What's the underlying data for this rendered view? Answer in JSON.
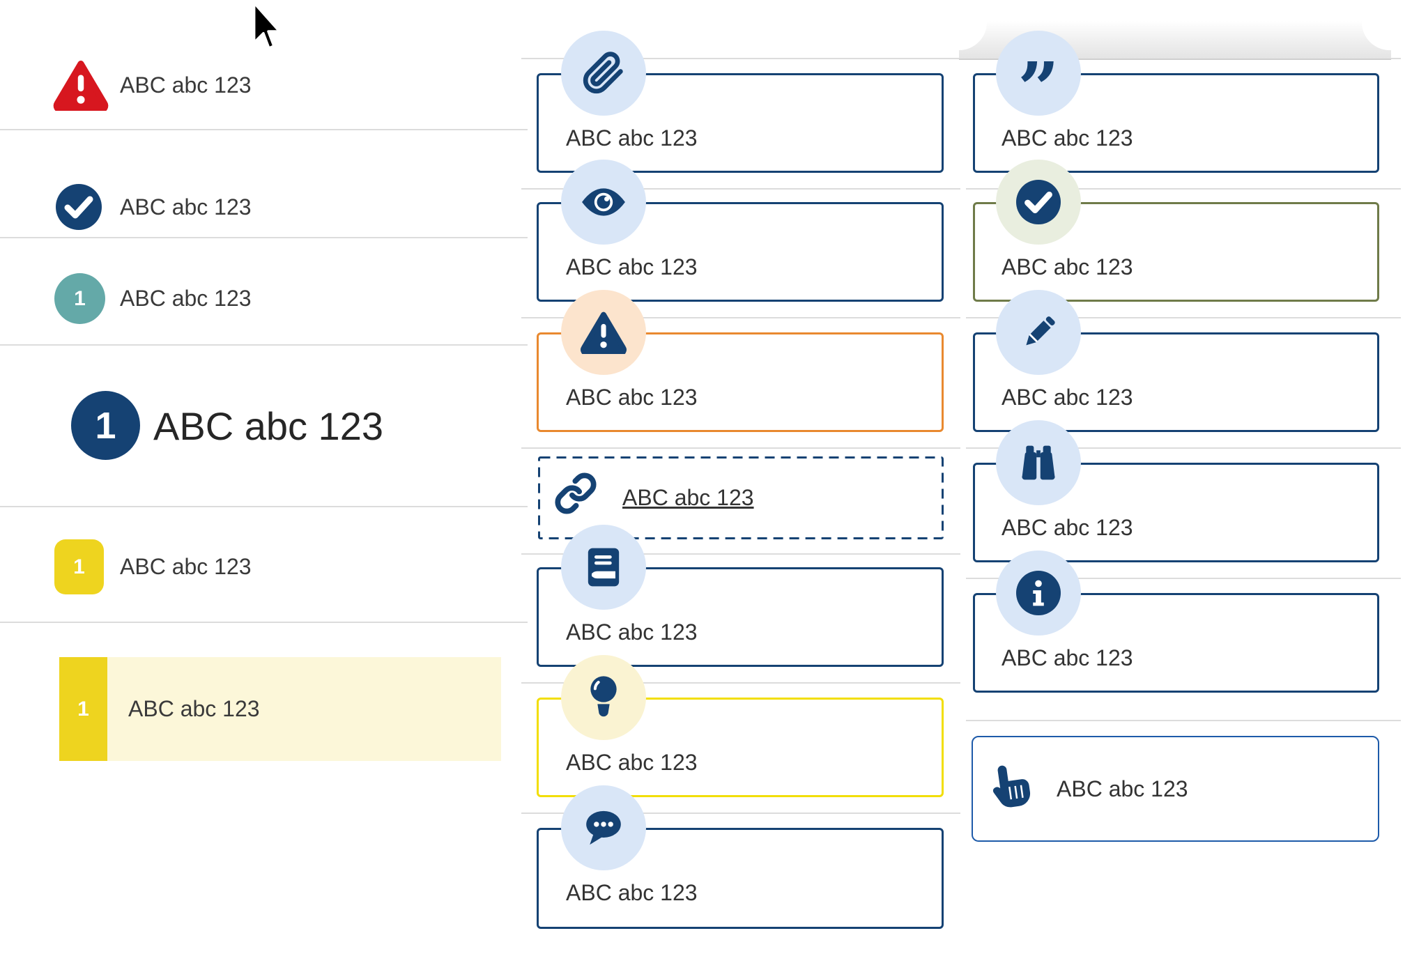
{
  "colors": {
    "navy": "#154273",
    "light_blue_badge": "#d9e6f7",
    "peach_badge": "#fce4cd",
    "cream_badge": "#faf3d2",
    "pale_green_badge": "#e9eedf",
    "olive_border": "#6f7b49",
    "orange_border": "#e9892f",
    "yellow_border": "#f2de06",
    "yellow_marker": "#eed41f",
    "pale_yellow_highlight": "#fcf7d9",
    "teal_badge": "#64a9a8",
    "red_warning": "#d7171f",
    "separator": "#dcdcdc",
    "text": "#333333",
    "action_border": "#1d5aa9"
  },
  "left_list": {
    "items": [
      {
        "icon": "warning-triangle-icon",
        "label": "ABC abc 123"
      },
      {
        "icon": "check-circle-icon",
        "label": "ABC abc 123"
      },
      {
        "icon": "teal-number-badge",
        "badge": "1",
        "label": "ABC abc 123"
      },
      {
        "icon": "large-navy-number-badge",
        "badge": "1",
        "label": "ABC abc 123",
        "size": "large"
      },
      {
        "icon": "yellow-number-square",
        "badge": "1",
        "label": "ABC abc 123"
      },
      {
        "icon": "yellow-number-bar",
        "badge": "1",
        "label": "ABC abc 123",
        "highlighted": true
      }
    ]
  },
  "middle_callouts": [
    {
      "icon": "paperclip-icon",
      "variant": "attachment",
      "label": "ABC abc 123"
    },
    {
      "icon": "eye-icon",
      "variant": "visibility",
      "label": "ABC abc 123"
    },
    {
      "icon": "warning-icon",
      "variant": "warning",
      "label": "ABC abc 123"
    },
    {
      "icon": "link-icon",
      "variant": "link",
      "label": "ABC abc 123"
    },
    {
      "icon": "book-icon",
      "variant": "reference",
      "label": "ABC abc 123"
    },
    {
      "icon": "lightbulb-icon",
      "variant": "tip",
      "label": "ABC abc 123"
    },
    {
      "icon": "speech-bubble-icon",
      "variant": "comment",
      "label": "ABC abc 123"
    }
  ],
  "right_callouts": [
    {
      "icon": "quote-icon",
      "variant": "quote",
      "label": "ABC abc 123",
      "quote_glyph": "”"
    },
    {
      "icon": "check-circle-icon",
      "variant": "success",
      "label": "ABC abc 123"
    },
    {
      "icon": "pencil-icon",
      "variant": "edit",
      "label": "ABC abc 123"
    },
    {
      "icon": "binoculars-icon",
      "variant": "search",
      "label": "ABC abc 123"
    },
    {
      "icon": "info-icon",
      "variant": "info",
      "label": "ABC abc 123"
    },
    {
      "icon": "hand-pointer-icon",
      "variant": "action",
      "label": "ABC abc 123"
    }
  ]
}
